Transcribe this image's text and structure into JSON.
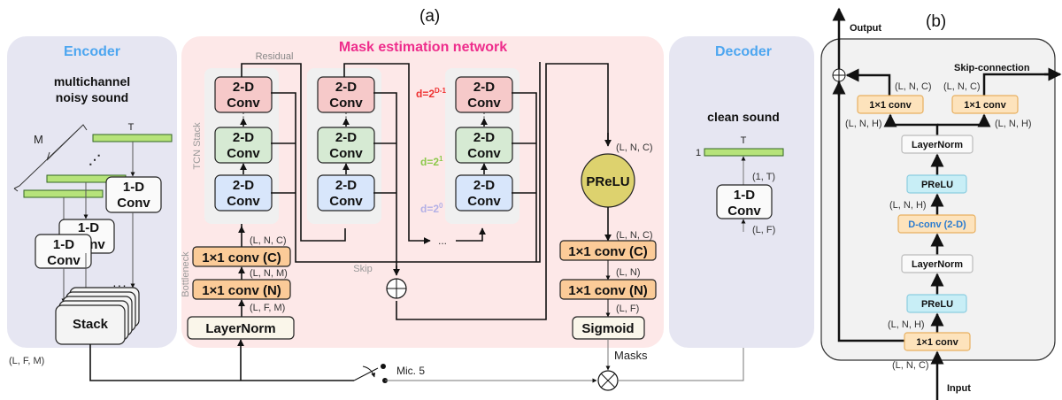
{
  "figure": {
    "panel_a_label": "(a)",
    "panel_b_label": "(b)"
  },
  "colors": {
    "section_title_blue": "#4da6f0",
    "section_title_pink": "#ee2d8c",
    "encoder_bg": "#e6e6f2",
    "mask_bg": "#fde8e8",
    "decoder_bg": "#e6e6f2",
    "wave_bar": "#b6e37a",
    "conv_red": "#f6c9c9",
    "conv_green": "#d6ead3",
    "conv_blue": "#d8e6fb",
    "orange_box": "#fbcb98",
    "prelu_circle": "#ddd26e",
    "cream_box": "#faf6ea",
    "d_red": "#ee3030",
    "d_green": "#8cc84a",
    "d_purple": "#b3b0e6",
    "cyan_box": "#c8eef6",
    "dconv_text": "#2a7bd0"
  },
  "encoder": {
    "title": "Encoder",
    "subtitle_line1": "multichannel",
    "subtitle_line2": "noisy sound",
    "m_label": "M",
    "t_label": "T",
    "conv_line1": "1-D",
    "conv_line2": "Conv",
    "conv_back_partial": "nv",
    "stack_label": "Stack",
    "output_shape": "(L, F, M)"
  },
  "mask_network": {
    "title": "Mask estimation network",
    "residual_label": "Residual",
    "skip_label": "Skip",
    "tcn_stack_label": "TCN Stack",
    "bottleneck_label": "Bottleneck",
    "conv2d_line1": "2-D",
    "conv2d_line2": "Conv",
    "vdots": "⋮",
    "ellipsis": "...",
    "dilations": [
      "d=2",
      "D-1",
      "d=2",
      "1",
      "d=2",
      "0"
    ],
    "dil_top": {
      "base": "d=2",
      "exp": "D-1"
    },
    "dil_mid": {
      "base": "d=2",
      "exp": "1"
    },
    "dil_bot": {
      "base": "d=2",
      "exp": "0"
    },
    "bottleneck_c": "1×1 conv (C)",
    "bottleneck_n": "1×1 conv (N)",
    "layernorm": "LayerNorm",
    "shape_lnc": "(L, N, C)",
    "shape_lnm": "(L, N, M)",
    "shape_lfm": "(L, F, M)",
    "prelu": "PReLU",
    "prelu_in_shape": "(L, N, C)",
    "prelu_out_shape": "(L, N, C)",
    "out_conv_c": "1×1 conv (C)",
    "shape_ln": "(L, N)",
    "out_conv_n": "1×1 conv (N)",
    "shape_lf": "(L, F)",
    "sigmoid": "Sigmoid",
    "masks_label": "Masks",
    "mic_label": "Mic. 5"
  },
  "decoder": {
    "title": "Decoder",
    "subtitle": "clean sound",
    "t_label": "T",
    "one_label": "1",
    "conv_line1": "1-D",
    "conv_line2": "Conv",
    "shape_out": "(1, T)",
    "shape_in": "(L, F)"
  },
  "block_b": {
    "output_label": "Output",
    "input_label": "Input",
    "skip_label": "Skip-connection",
    "conv_left": "1×1 conv",
    "conv_right": "1×1 conv",
    "shape_lnc_left": "(L, N, C)",
    "shape_lnc_right": "(L, N, C)",
    "shape_lnh_left": "(L, N, H)",
    "shape_lnh_right": "(L, N, H)",
    "layernorm_top": "LayerNorm",
    "prelu_top": "PReLU",
    "shape_lnh_mid": "(L, N, H)",
    "dconv": "D-conv (2-D)",
    "layernorm_bottom": "LayerNorm",
    "prelu_bottom": "PReLU",
    "shape_lnh_low": "(L, N, H)",
    "conv_in": "1×1 conv",
    "shape_in": "(L, N, C)"
  }
}
